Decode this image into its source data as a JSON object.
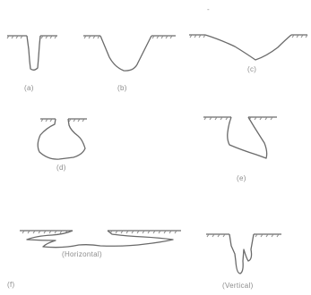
{
  "figure": {
    "marker": "-",
    "panels": [
      {
        "id": "a",
        "label": "(a)"
      },
      {
        "id": "b",
        "label": "(b)"
      },
      {
        "id": "c",
        "label": "(c)"
      },
      {
        "id": "d",
        "label": "(d)"
      },
      {
        "id": "e",
        "label": "(e)"
      },
      {
        "id": "f",
        "label": "(f)"
      },
      {
        "id": "f-horizontal",
        "label": "(Horizontal)"
      },
      {
        "id": "f-vertical",
        "label": "(Vertical)"
      }
    ]
  }
}
